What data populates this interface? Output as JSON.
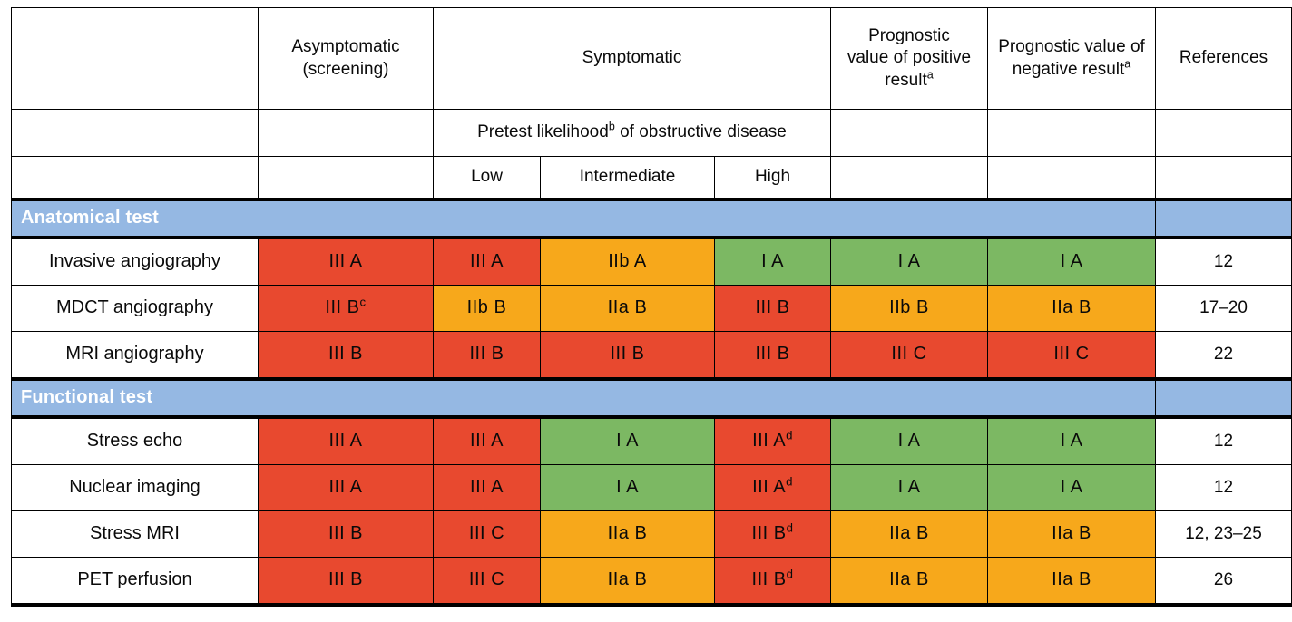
{
  "table": {
    "header": {
      "col_test": "",
      "col_asymptomatic": "Asymptomatic (screening)",
      "col_asymptomatic_line1": "Asymptomatic",
      "col_asymptomatic_line2": "(screening)",
      "col_symptomatic": "Symptomatic",
      "col_prognostic_positive_line1": "Prognostic",
      "col_prognostic_positive_line2": "value of positive",
      "col_prognostic_positive_line3": "result",
      "col_prognostic_positive_sup": "a",
      "col_prognostic_negative_line1": "Prognostic value of",
      "col_prognostic_negative_line2": "negative result",
      "col_prognostic_negative_sup": "a",
      "col_references": "References",
      "pretest_pre": "Pretest likelihood",
      "pretest_sup": "b",
      "pretest_post": " of obstructive disease",
      "sub_low": "Low",
      "sub_intermediate": "Intermediate",
      "sub_high": "High"
    },
    "sections": [
      {
        "label": "Anatomical test",
        "rows": [
          {
            "test": "Invasive angiography",
            "cells": [
              {
                "text": "III A",
                "sup": "",
                "color": "red"
              },
              {
                "text": "III A",
                "sup": "",
                "color": "red"
              },
              {
                "text": "IIb A",
                "sup": "",
                "color": "orange"
              },
              {
                "text": "I A",
                "sup": "",
                "color": "green"
              },
              {
                "text": "I A",
                "sup": "",
                "color": "green"
              },
              {
                "text": "I A",
                "sup": "",
                "color": "green"
              }
            ],
            "references": "12"
          },
          {
            "test": "MDCT angiography",
            "cells": [
              {
                "text": "III B",
                "sup": "c",
                "color": "red"
              },
              {
                "text": "IIb B",
                "sup": "",
                "color": "orange"
              },
              {
                "text": "IIa B",
                "sup": "",
                "color": "orange"
              },
              {
                "text": "III B",
                "sup": "",
                "color": "red"
              },
              {
                "text": "IIb B",
                "sup": "",
                "color": "orange"
              },
              {
                "text": "IIa B",
                "sup": "",
                "color": "orange"
              }
            ],
            "references": "17–20"
          },
          {
            "test": "MRI angiography",
            "cells": [
              {
                "text": "III B",
                "sup": "",
                "color": "red"
              },
              {
                "text": "III B",
                "sup": "",
                "color": "red"
              },
              {
                "text": "III B",
                "sup": "",
                "color": "red"
              },
              {
                "text": "III B",
                "sup": "",
                "color": "red"
              },
              {
                "text": "III C",
                "sup": "",
                "color": "red"
              },
              {
                "text": "III C",
                "sup": "",
                "color": "red"
              }
            ],
            "references": "22"
          }
        ]
      },
      {
        "label": "Functional test",
        "rows": [
          {
            "test": "Stress echo",
            "cells": [
              {
                "text": "III A",
                "sup": "",
                "color": "red"
              },
              {
                "text": "III A",
                "sup": "",
                "color": "red"
              },
              {
                "text": "I A",
                "sup": "",
                "color": "green"
              },
              {
                "text": "III A",
                "sup": "d",
                "color": "red"
              },
              {
                "text": "I A",
                "sup": "",
                "color": "green"
              },
              {
                "text": "I A",
                "sup": "",
                "color": "green"
              }
            ],
            "references": "12"
          },
          {
            "test": "Nuclear imaging",
            "cells": [
              {
                "text": "III A",
                "sup": "",
                "color": "red"
              },
              {
                "text": "III A",
                "sup": "",
                "color": "red"
              },
              {
                "text": "I A",
                "sup": "",
                "color": "green"
              },
              {
                "text": "III A",
                "sup": "d",
                "color": "red"
              },
              {
                "text": "I A",
                "sup": "",
                "color": "green"
              },
              {
                "text": "I A",
                "sup": "",
                "color": "green"
              }
            ],
            "references": "12"
          },
          {
            "test": "Stress MRI",
            "cells": [
              {
                "text": "III B",
                "sup": "",
                "color": "red"
              },
              {
                "text": "III C",
                "sup": "",
                "color": "red"
              },
              {
                "text": "IIa B",
                "sup": "",
                "color": "orange"
              },
              {
                "text": "III B",
                "sup": "d",
                "color": "red"
              },
              {
                "text": "IIa B",
                "sup": "",
                "color": "orange"
              },
              {
                "text": "IIa B",
                "sup": "",
                "color": "orange"
              }
            ],
            "references": "12, 23–25"
          },
          {
            "test": "PET perfusion",
            "cells": [
              {
                "text": "III B",
                "sup": "",
                "color": "red"
              },
              {
                "text": "III C",
                "sup": "",
                "color": "red"
              },
              {
                "text": "IIa B",
                "sup": "",
                "color": "orange"
              },
              {
                "text": "III B",
                "sup": "d",
                "color": "red"
              },
              {
                "text": "IIa B",
                "sup": "",
                "color": "orange"
              },
              {
                "text": "IIa B",
                "sup": "",
                "color": "orange"
              }
            ],
            "references": "26"
          }
        ]
      }
    ],
    "colors": {
      "red": "#e8492f",
      "orange": "#f7a81b",
      "green": "#7cb863",
      "section_blue": "#95b8e3",
      "border": "#000000"
    }
  }
}
